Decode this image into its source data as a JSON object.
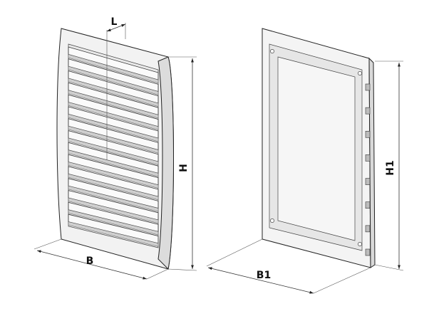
{
  "dimensions": {
    "front_width": "B",
    "front_height": "H",
    "louver_depth": "L",
    "back_width": "B1",
    "back_height": "H1"
  },
  "louvers": {
    "count": 15
  },
  "back_tabs": {
    "count": 8
  }
}
